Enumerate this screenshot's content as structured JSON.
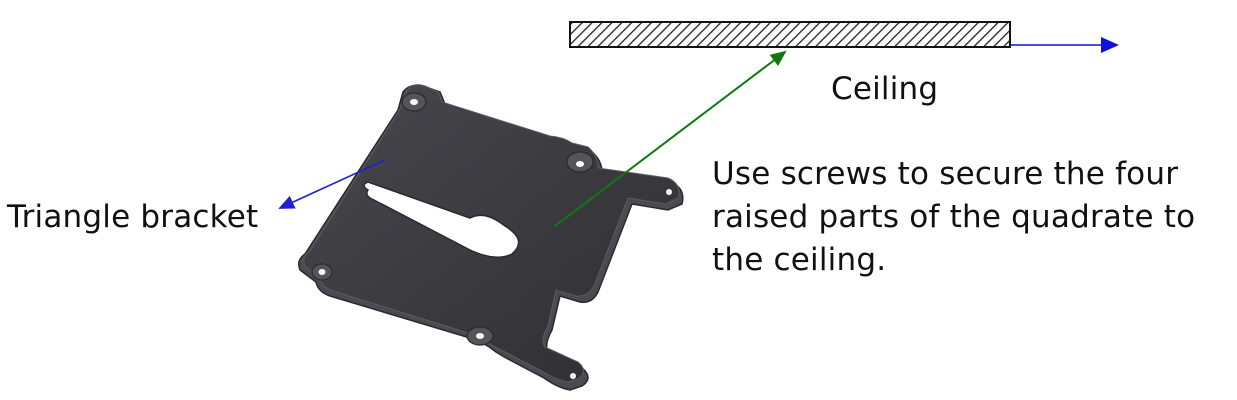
{
  "labels": {
    "ceiling": "Ceiling",
    "bracket": "Triangle bracket",
    "instruction_lines": [
      "Use screws to secure the four",
      "raised parts of the quadrate to",
      "the ceiling."
    ]
  },
  "colors": {
    "ceiling_arrow": "#1010e0",
    "bracket_arrow": "#2020d0",
    "screw_arrow": "#0e7a0e",
    "plate": "#3b3b40",
    "plate_edge": "#56565c",
    "hatch": "#222222"
  },
  "icons": {
    "ceiling": "hatched-ceiling-bar",
    "bracket": "mounting-plate-image"
  }
}
